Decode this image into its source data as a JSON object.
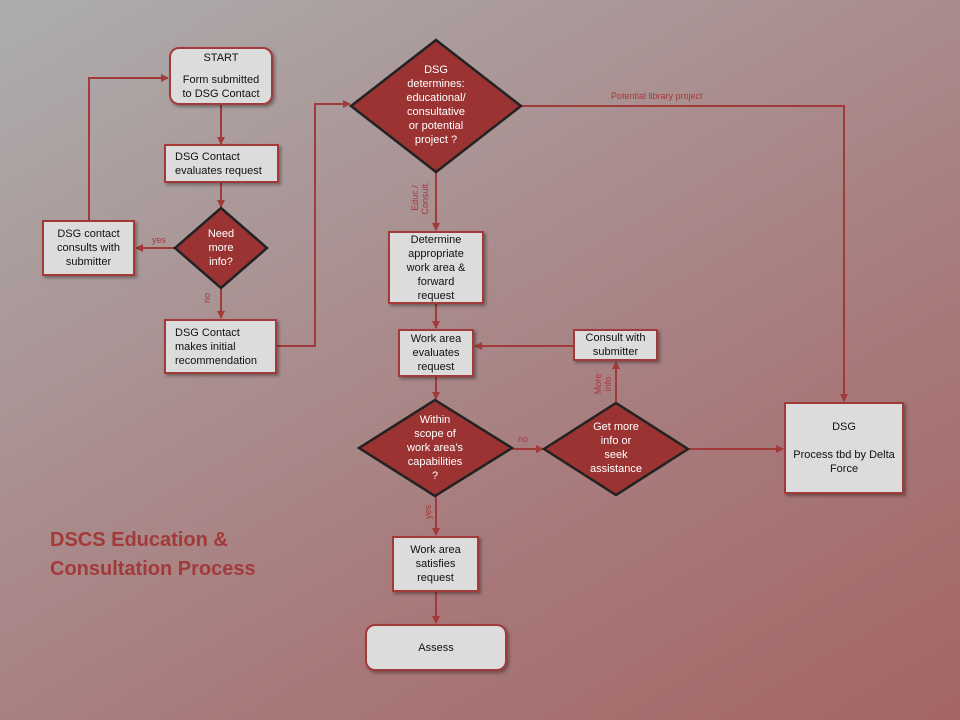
{
  "title": [
    "DSCS Education &",
    "Consultation Process"
  ],
  "nodes": {
    "start": {
      "heading": "START",
      "text": [
        "Form submitted",
        "to DSG Contact"
      ]
    },
    "evaluates": [
      "DSG Contact",
      "evaluates request"
    ],
    "need_info": [
      "Need",
      "more",
      "info?"
    ],
    "consults": [
      "DSG contact",
      "consults with",
      "submitter"
    ],
    "initial_rec": [
      "DSG Contact",
      "makes initial",
      "recommendation"
    ],
    "determines": [
      "DSG",
      "determines:",
      "educational/",
      "consultative",
      "or potential",
      "project ?"
    ],
    "determine_area": [
      "Determine",
      "appropriate",
      "work area &",
      "forward",
      "request"
    ],
    "work_area_eval": [
      "Work area",
      "evaluates",
      "request"
    ],
    "consult_submitter": [
      "Consult with",
      "submitter"
    ],
    "within_scope": [
      "Within",
      "scope of",
      "work area's",
      "capabilities",
      "?"
    ],
    "get_more": [
      "Get more",
      "info or",
      "seek",
      "assistance"
    ],
    "dsg_process": {
      "heading": "DSG",
      "text": [
        "Process tbd by Delta",
        "Force"
      ]
    },
    "satisfies": [
      "Work area",
      "satisfies",
      "request"
    ],
    "assess": "Assess"
  },
  "edge_labels": {
    "yes1": "yes",
    "no1": "no",
    "library": "Potential library project",
    "educ": [
      "Educ./",
      "Consult."
    ],
    "no2": "no",
    "more_info": [
      "More",
      "info"
    ],
    "yes2": "yes"
  },
  "colors": {
    "accent": "#a33a3a",
    "diamond": "#9b3333",
    "box": "#dcdcdc"
  }
}
